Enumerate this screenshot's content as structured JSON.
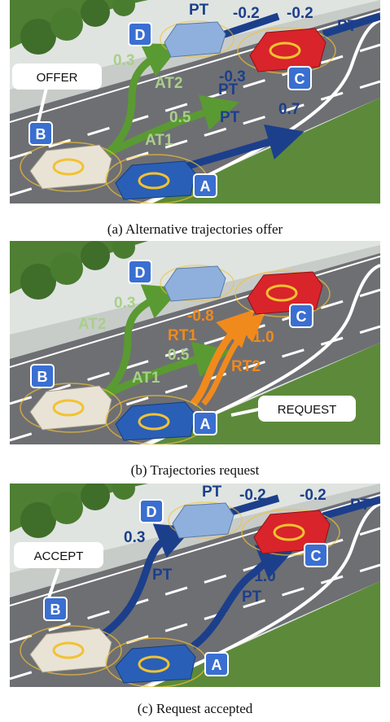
{
  "panels": [
    {
      "caption": "(a) Alternative trajectories offer",
      "bubble": "OFFER",
      "vehicles": [
        "A",
        "B",
        "C",
        "D"
      ],
      "trajectory_labels": [
        "AT1",
        "AT2",
        "PT",
        "PT",
        "PT",
        "PT"
      ],
      "values": [
        "0.3",
        "0.5",
        "-0.3",
        "0.7",
        "-0.2",
        "-0.2"
      ]
    },
    {
      "caption": "(b) Trajectories request",
      "bubble": "REQUEST",
      "vehicles": [
        "A",
        "B",
        "C",
        "D"
      ],
      "trajectory_labels": [
        "AT2",
        "AT1",
        "RT1",
        "RT2"
      ],
      "values": [
        "0.3",
        "0.5",
        "-0.8",
        "-1.0"
      ]
    },
    {
      "caption": "(c) Request accepted",
      "bubble": "ACCEPT",
      "vehicles": [
        "A",
        "B",
        "C",
        "D"
      ],
      "trajectory_labels": [
        "PT",
        "PT",
        "PT",
        "PT"
      ],
      "values": [
        "0.3",
        "-1.0",
        "-0.2",
        "-0.2"
      ]
    }
  ],
  "colors": {
    "badge": "#3a6fd1",
    "road": "#6e6f73",
    "grass": "#5c8a3a",
    "tree": "#3f6d2a",
    "alt_traj": "#5a9a32",
    "planned_traj": "#1c3f8c",
    "requested_traj": "#f08a1c",
    "car_red": "#d8242a",
    "car_blue": "#2a5fb7",
    "car_lightblue": "#8fb0dc",
    "car_white": "#e9e3d6"
  }
}
